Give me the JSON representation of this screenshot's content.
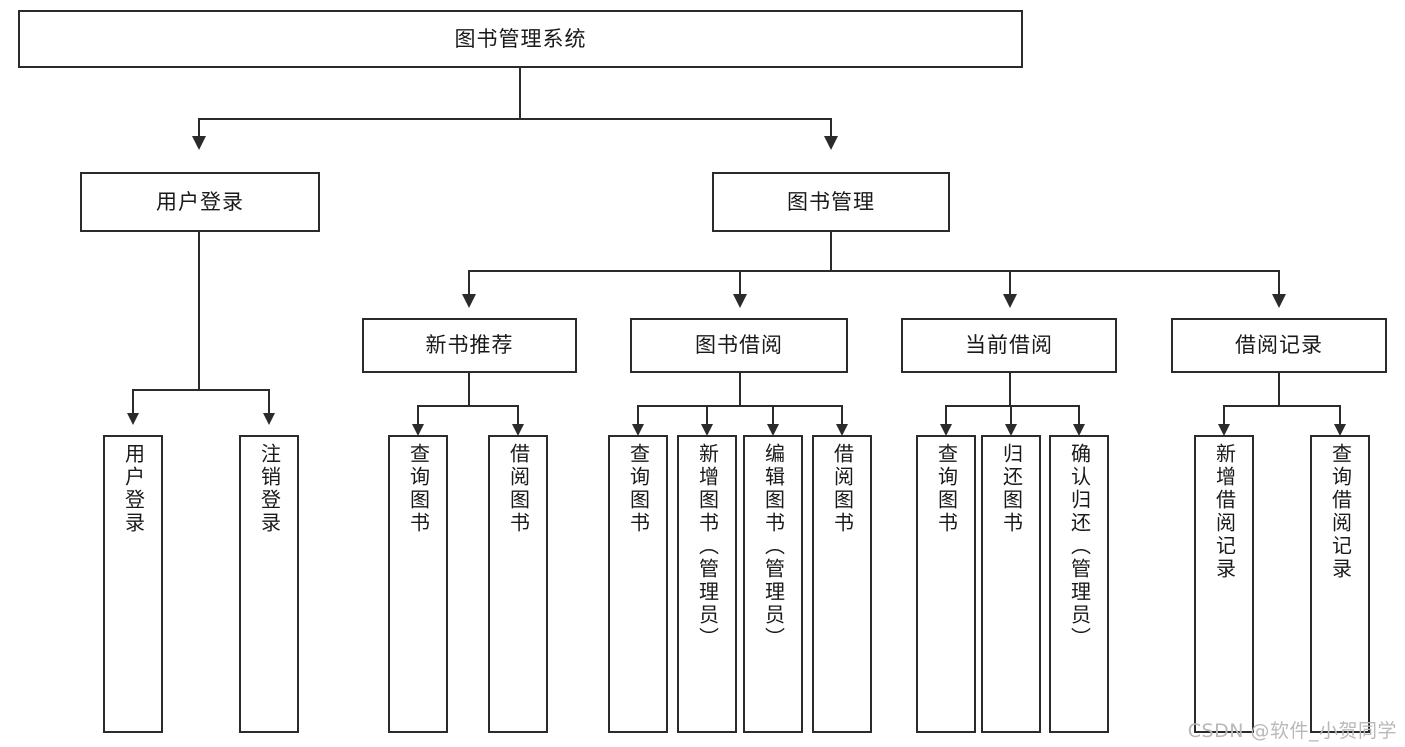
{
  "diagram": {
    "type": "tree",
    "title": "图书管理系统",
    "watermark": "CSDN @软件_小贺同学",
    "colors": {
      "line": "#2b2b2b",
      "box_border": "#2b2b2b",
      "box_fill": "#ffffff",
      "text": "#1a1a1a",
      "watermark": "#b9b9b9"
    },
    "levels": {
      "root": {
        "label": "图书管理系统"
      },
      "level2": [
        {
          "label": "用户登录"
        },
        {
          "label": "图书管理"
        }
      ],
      "level3": [
        {
          "label": "新书推荐"
        },
        {
          "label": "图书借阅"
        },
        {
          "label": "当前借阅"
        },
        {
          "label": "借阅记录"
        }
      ],
      "leaves": {
        "user_login": [
          {
            "label": "用户登录"
          },
          {
            "label": "注销登录"
          }
        ],
        "new_book_recommend": [
          {
            "label": "查询图书"
          },
          {
            "label": "借阅图书"
          }
        ],
        "book_borrow": [
          {
            "label": "查询图书"
          },
          {
            "label": "新增图书（管理员）"
          },
          {
            "label": "编辑图书（管理员）"
          },
          {
            "label": "借阅图书"
          }
        ],
        "current_borrow": [
          {
            "label": "查询图书"
          },
          {
            "label": "归还图书"
          },
          {
            "label": "确认归还（管理员）"
          }
        ],
        "borrow_record": [
          {
            "label": "新增借阅记录"
          },
          {
            "label": "查询借阅记录"
          }
        ]
      }
    }
  }
}
